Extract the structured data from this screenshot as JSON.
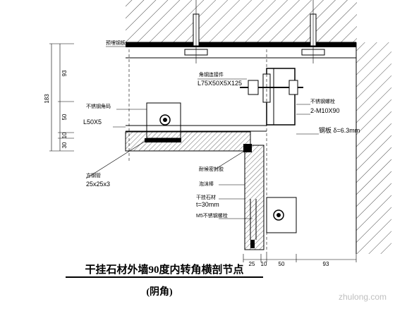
{
  "labels": {
    "top_anchor": "预埋钢板",
    "angle_steel": "L75X50X5X125",
    "angle_steel_tag": "角钢连接件",
    "bolt_tag": "不锈钢螺栓",
    "bolt_spec": "2-M10X90",
    "steel_plate": "钢板 δ=6.3mm",
    "left_angle_tag": "不锈钢角码",
    "left_angle": "L50X5",
    "tube_tag": "方钢管",
    "tube": "25x25x3",
    "sealant": "耐候密封胶",
    "foam": "泡沫棒",
    "stone_tag": "干挂石材",
    "stone_thk": "t=30mm",
    "pin_tag": "M5不锈钢螺栓"
  },
  "dims_left": [
    "183",
    "93",
    "50",
    "10",
    "30"
  ],
  "dims_bottom": [
    "25",
    "10",
    "50",
    "93"
  ],
  "title": "干挂石材外墙90度内转角横剖节点",
  "subtitle": "(阴角)",
  "watermark": "zhulong.com"
}
